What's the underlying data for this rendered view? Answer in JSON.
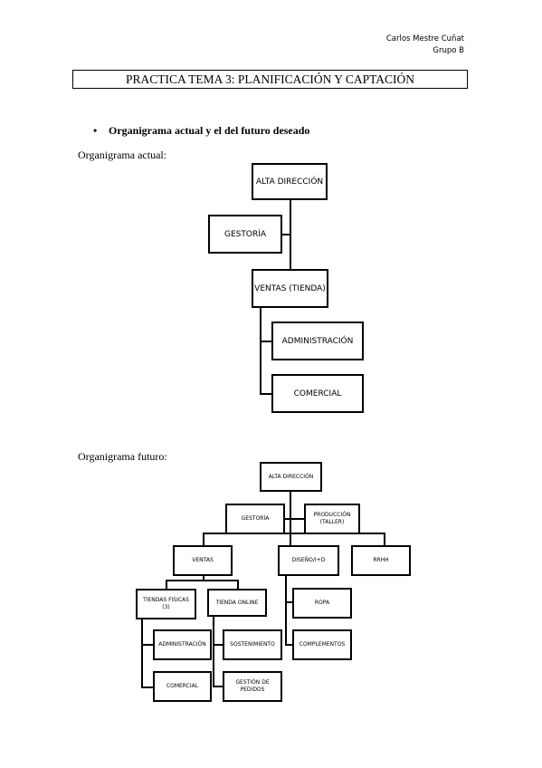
{
  "header": {
    "author": "Carlos Mestre Cuñat",
    "group": "Grupo B"
  },
  "title": "PRACTICA TEMA 3: PLANIFICACIÓN Y CAPTACIÓN",
  "bullet": {
    "symbol": "•",
    "text": "Organigrama actual y el del futuro deseado"
  },
  "current_chart": {
    "caption": "Organigrama actual:",
    "alta_direccion": "ALTA DIRECCIÓN",
    "gestoria": "GESTORÍA",
    "ventas": "VENTAS (TIENDA)",
    "administracion": "ADMINISTRACIÓN",
    "comercial": "COMERCIAL"
  },
  "future_chart": {
    "caption": "Organigrama futuro:",
    "alta_direccion": "ALTA DIRECCIÓN",
    "gestoria": "GESTORÍA",
    "produccion": "PRODUCCIÓN (TALLER)",
    "ventas": "VENTAS",
    "diseno": "DISEÑO/I+D",
    "rrhh": "RRHH",
    "tiendas_fisicas": "TIENDAS FISICAS (3)",
    "tienda_online": "TIENDA ONLINE",
    "ropa": "ROPA",
    "complementos": "COMPLEMENTOS",
    "administracion": "ADMINISTRACIÓN",
    "sostenimiento": "SOSTENIMIENTO",
    "comercial": "COMERCIAL",
    "gestion_pedidos": "GESTIÓN DE PEDIDOS"
  }
}
